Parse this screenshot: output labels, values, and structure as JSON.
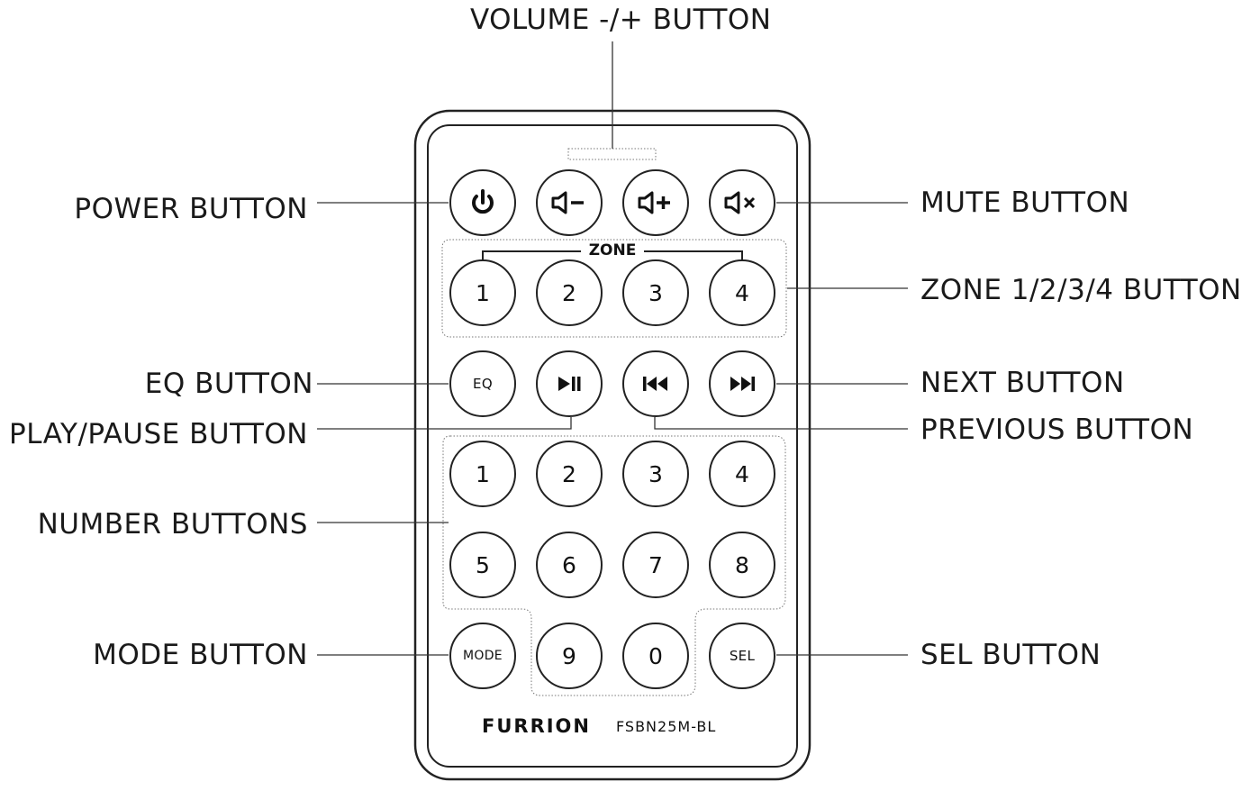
{
  "callouts": {
    "volume": "VOLUME -/+ BUTTON",
    "power": "POWER BUTTON",
    "mute": "MUTE BUTTON",
    "zone": "ZONE 1/2/3/4 BUTTON",
    "eq": "EQ BUTTON",
    "next": "NEXT BUTTON",
    "play_pause": "PLAY/PAUSE BUTTON",
    "previous": "PREVIOUS BUTTON",
    "numbers": "NUMBER BUTTONS",
    "mode": "MODE BUTTON",
    "sel": "SEL BUTTON"
  },
  "remote": {
    "zone_label": "ZONE",
    "zone_buttons": [
      "1",
      "2",
      "3",
      "4"
    ],
    "eq_label": "EQ",
    "number_buttons": [
      "1",
      "2",
      "3",
      "4",
      "5",
      "6",
      "7",
      "8",
      "9",
      "0"
    ],
    "mode_label": "MODE",
    "sel_label": "SEL",
    "brand": "FURRION",
    "model": "FSBN25M-BL"
  },
  "icons": {
    "power": "power-icon",
    "volume_down": "volume-down-icon",
    "volume_up": "volume-up-icon",
    "mute": "mute-icon",
    "play_pause": "play-pause-icon",
    "previous": "previous-icon",
    "next": "next-icon"
  },
  "colors": {
    "line": "#1a1a1a",
    "background": "#ffffff"
  }
}
